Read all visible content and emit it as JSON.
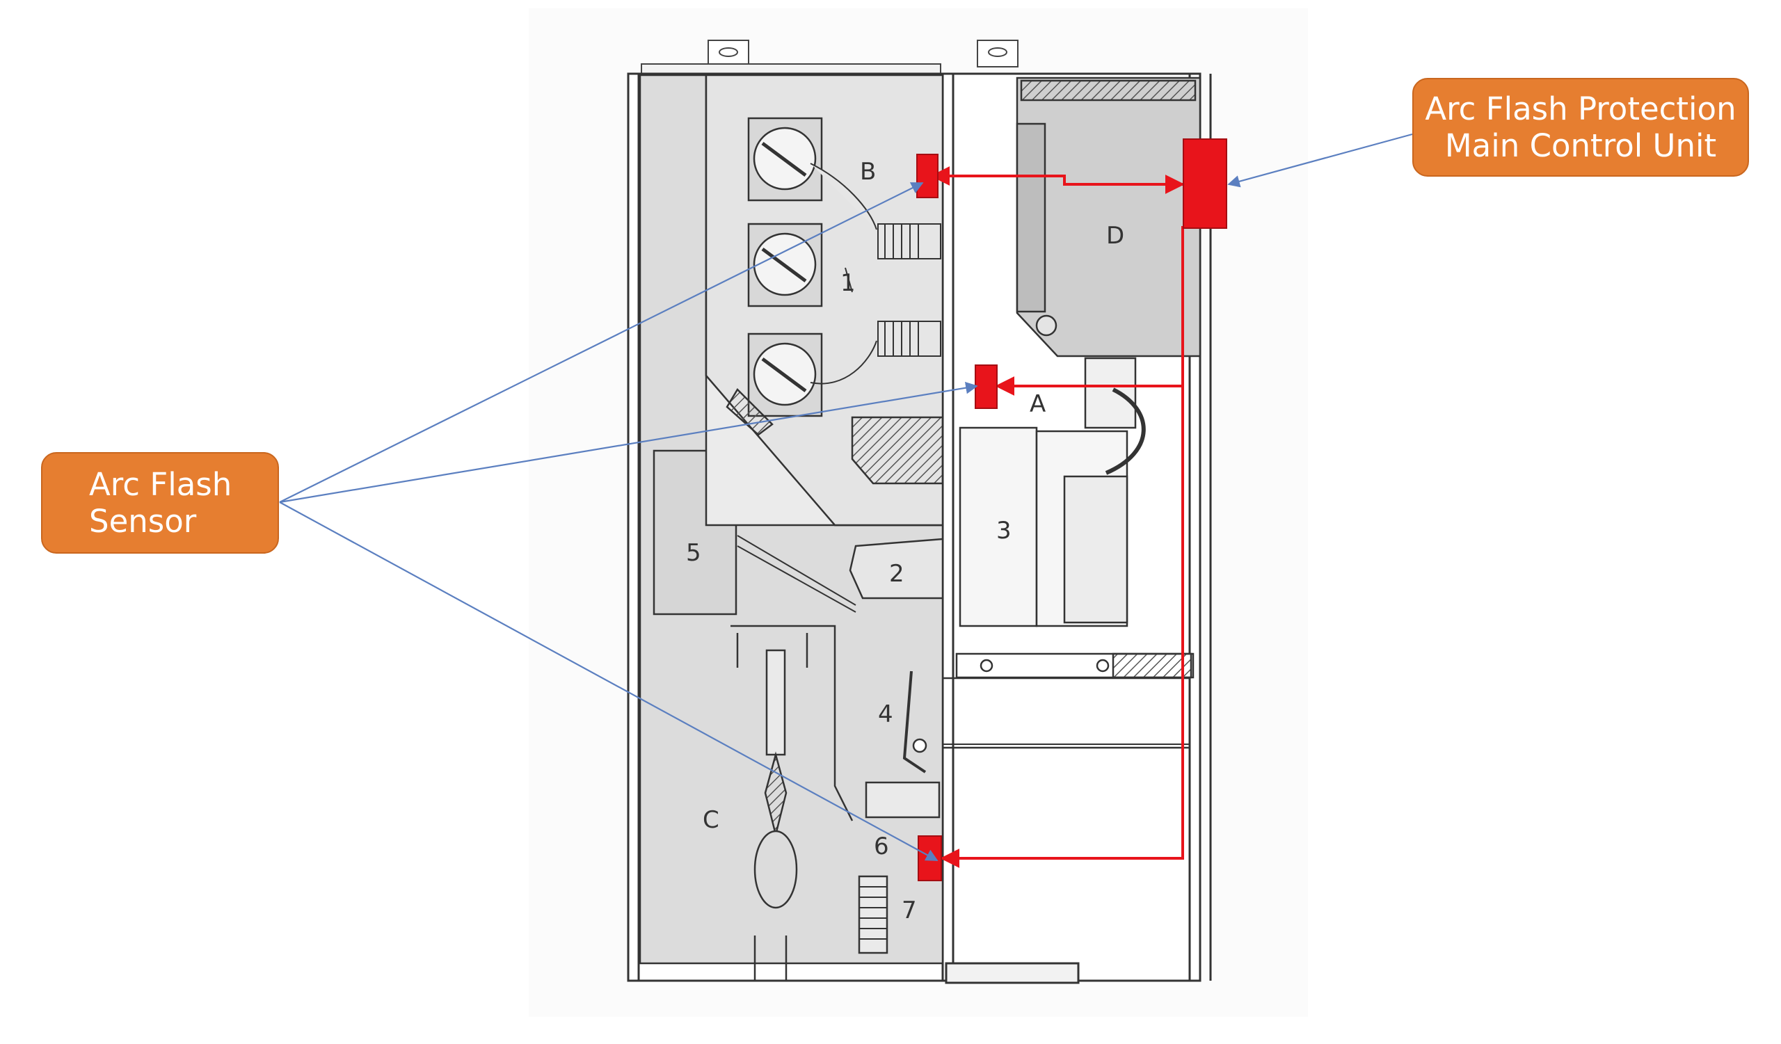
{
  "callouts": {
    "main_control_unit": {
      "lines": [
        "Arc Flash Protection",
        "Main Control Unit"
      ]
    },
    "sensor": {
      "lines": [
        "Arc Flash",
        "Sensor"
      ]
    }
  },
  "labels": {
    "B": "B",
    "A": "A",
    "C": "C",
    "D": "D",
    "n1": "1",
    "n2": "2",
    "n3": "3",
    "n4": "4",
    "n5": "5",
    "n6": "6",
    "n7": "7"
  },
  "colors": {
    "callout_fill": "#E67E30",
    "sensor_red": "#E8141B",
    "leader_blue": "#5B7FC0",
    "cabinet_line": "#333333",
    "compartment_gray": "#DCDCDC"
  },
  "icons": {
    "arrowhead": "arrowhead-icon",
    "sensor": "sensor-block-icon"
  }
}
